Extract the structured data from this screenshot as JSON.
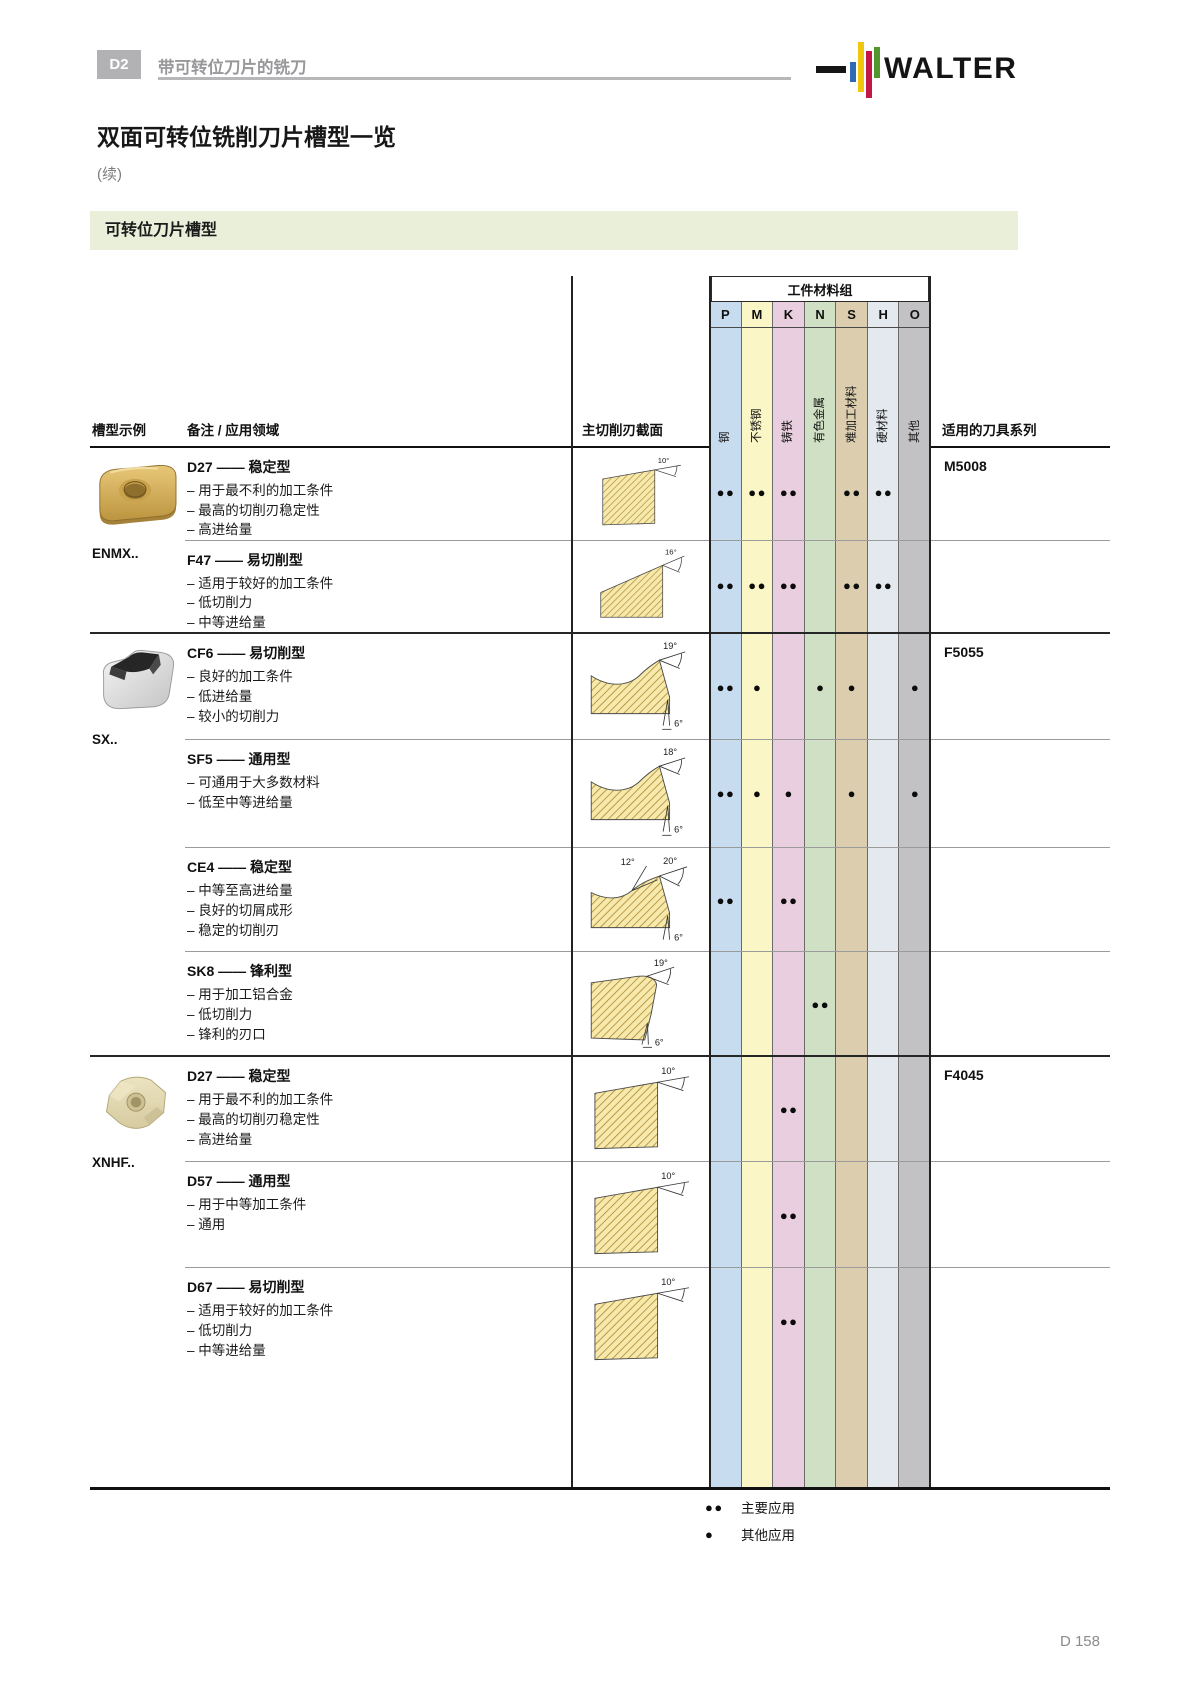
{
  "page": {
    "chapter_badge": "D2",
    "chapter_title": "带可转位刀片的铣刀",
    "brand": "WALTER",
    "title": "双面可转位铣削刀片槽型一览",
    "subtitle": "(续)",
    "section_banner": "可转位刀片槽型",
    "page_number": "D 158"
  },
  "logo_colors": {
    "black": "#161616",
    "blue": "#2d6cb2",
    "yellow": "#f1c70d",
    "red": "#c11848",
    "green": "#52962e"
  },
  "banner_color": "#e9efd9",
  "table": {
    "headers": {
      "insert_example": "槽型示例",
      "remarks": "备注 / 应用领域",
      "cross_section": "主切削刃截面",
      "material_group": "工件材料组",
      "tool_series": "适用的刀具系列"
    },
    "materials": [
      {
        "code": "P",
        "label": "钢",
        "color": "#c8dcef"
      },
      {
        "code": "M",
        "label": "不锈钢",
        "color": "#faf6c5"
      },
      {
        "code": "K",
        "label": "铸铁",
        "color": "#e8cede"
      },
      {
        "code": "N",
        "label": "有色金属",
        "color": "#cfe0c4"
      },
      {
        "code": "S",
        "label": "难加工材料",
        "color": "#dbcdae"
      },
      {
        "code": "H",
        "label": "硬材料",
        "color": "#e3e9ee"
      },
      {
        "code": "O",
        "label": "其他",
        "color": "#c2c2c4"
      }
    ],
    "legend": [
      {
        "symbol": "●●",
        "label": "主要应用"
      },
      {
        "symbol": "●",
        "label": "其他应用"
      }
    ],
    "sections": [
      {
        "insert_code": "ENMX..",
        "insert_style": "gold",
        "tool_series": "M5008",
        "rows": [
          {
            "title": "D27 —— 稳定型",
            "bullets": [
              "– 用于最不利的加工条件",
              "– 最高的切削刃稳定性",
              "– 高进给量"
            ],
            "diagram": {
              "shape": "block",
              "top_angles": [
                "10°"
              ],
              "bottom_angle": null
            },
            "ratings": [
              2,
              2,
              2,
              0,
              2,
              2,
              0
            ]
          },
          {
            "title": "F47 —— 易切削型",
            "bullets": [
              "– 适用于较好的加工条件",
              "– 低切削力",
              "– 中等进给量"
            ],
            "diagram": {
              "shape": "wedge",
              "top_angles": [
                "16°"
              ],
              "bottom_angle": null
            },
            "ratings": [
              2,
              2,
              2,
              0,
              2,
              2,
              0
            ]
          }
        ]
      },
      {
        "insert_code": "SX..",
        "insert_style": "silver",
        "tool_series": "F5055",
        "rows": [
          {
            "title": "CF6 —— 易切削型",
            "bullets": [
              "– 良好的加工条件",
              "– 低进给量",
              "– 较小的切削力"
            ],
            "diagram": {
              "shape": "dip",
              "top_angles": [
                "19°"
              ],
              "bottom_angle": "6°"
            },
            "ratings": [
              2,
              1,
              0,
              1,
              1,
              0,
              1
            ]
          },
          {
            "title": "SF5 —— 通用型",
            "bullets": [
              "– 可通用于大多数材料",
              "– 低至中等进给量"
            ],
            "diagram": {
              "shape": "dip",
              "top_angles": [
                "18°"
              ],
              "bottom_angle": "6°"
            },
            "ratings": [
              2,
              1,
              1,
              0,
              1,
              0,
              1
            ]
          },
          {
            "title": "CE4 —— 稳定型",
            "bullets": [
              "– 中等至高进给量",
              "– 良好的切屑成形",
              "– 稳定的切削刃"
            ],
            "diagram": {
              "shape": "dip2",
              "top_angles": [
                "12°",
                "20°"
              ],
              "bottom_angle": "6°"
            },
            "ratings": [
              2,
              0,
              2,
              0,
              0,
              0,
              0
            ]
          },
          {
            "title": "SK8 —— 锋利型",
            "bullets": [
              "– 用于加工铝合金",
              "– 低切削力",
              "– 锋利的刃口"
            ],
            "diagram": {
              "shape": "nose",
              "top_angles": [
                "19°"
              ],
              "bottom_angle": "6°"
            },
            "ratings": [
              0,
              0,
              0,
              2,
              0,
              0,
              0
            ]
          }
        ]
      },
      {
        "insert_code": "XNHF..",
        "insert_style": "cream",
        "tool_series": "F4045",
        "rows": [
          {
            "title": "D27 —— 稳定型",
            "bullets": [
              "– 用于最不利的加工条件",
              "– 最高的切削刃稳定性",
              "– 高进给量"
            ],
            "diagram": {
              "shape": "block",
              "top_angles": [
                "10°"
              ],
              "bottom_angle": null
            },
            "ratings": [
              0,
              0,
              2,
              0,
              0,
              0,
              0
            ]
          },
          {
            "title": "D57 —— 通用型",
            "bullets": [
              "– 用于中等加工条件",
              "– 通用"
            ],
            "diagram": {
              "shape": "block",
              "top_angles": [
                "10°"
              ],
              "bottom_angle": null
            },
            "ratings": [
              0,
              0,
              2,
              0,
              0,
              0,
              0
            ]
          },
          {
            "title": "D67 —— 易切削型",
            "bullets": [
              "– 适用于较好的加工条件",
              "– 低切削力",
              "– 中等进给量"
            ],
            "diagram": {
              "shape": "block",
              "top_angles": [
                "10°"
              ],
              "bottom_angle": null
            },
            "ratings": [
              0,
              0,
              2,
              0,
              0,
              0,
              0
            ]
          }
        ]
      }
    ]
  }
}
